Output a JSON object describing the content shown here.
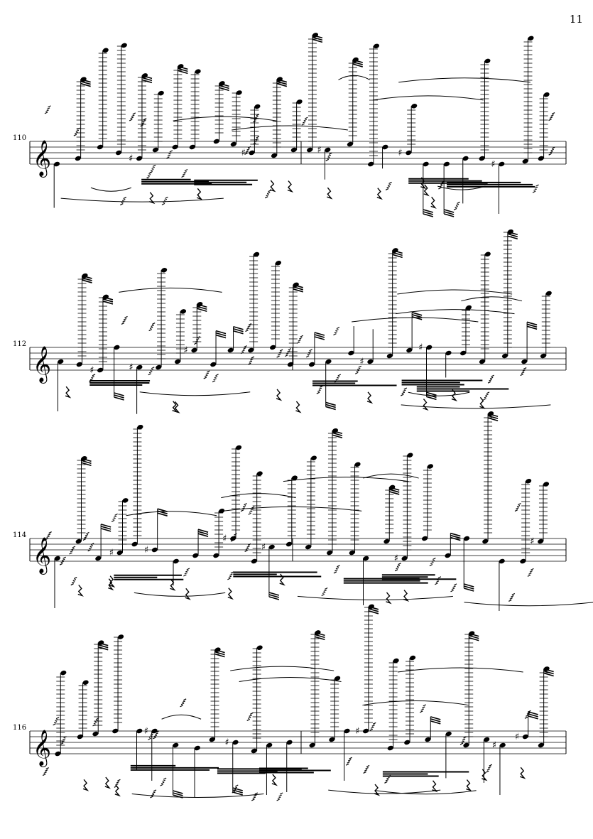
{
  "page": {
    "number": "11"
  },
  "systems": [
    {
      "measure_number": "110"
    },
    {
      "measure_number": "112"
    },
    {
      "measure_number": "114"
    },
    {
      "measure_number": "116"
    }
  ],
  "glyphs": {
    "clef": "treble-clef",
    "sharp": "♯",
    "rest": "quarter-rest"
  }
}
